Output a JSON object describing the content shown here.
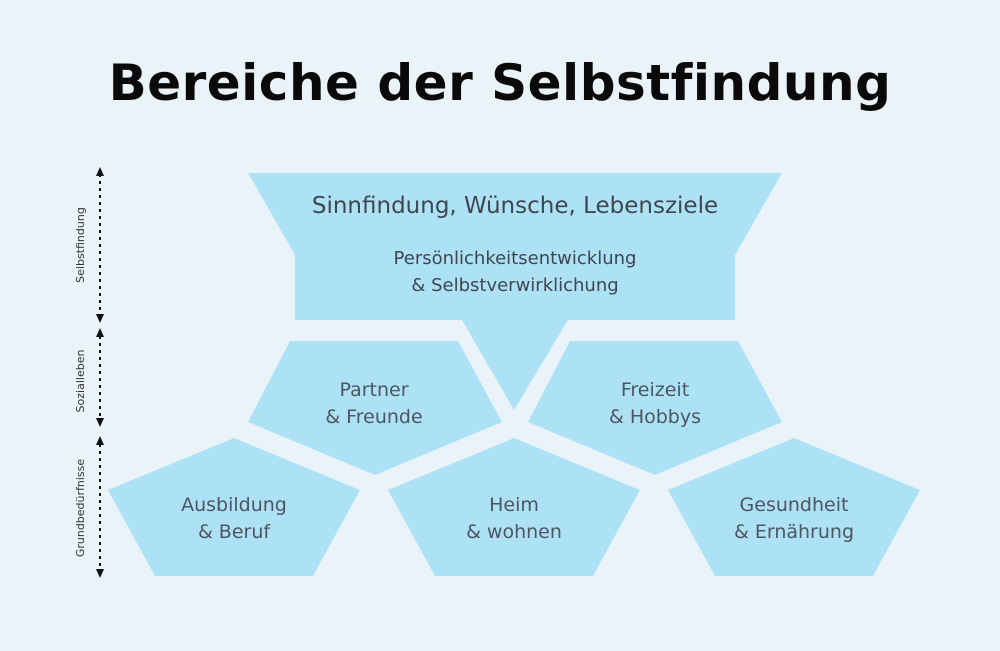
{
  "title": "Bereiche der Selbstfindung",
  "colors": {
    "shape_fill": "#ade2f6",
    "background": "#e9f3f8",
    "text": "#4d5560"
  },
  "levels": [
    {
      "label": "Selbstfindung"
    },
    {
      "label": "Sozialleben"
    },
    {
      "label": "Grundbedürfnisse"
    }
  ],
  "top_block": {
    "line1": "Sinnfindung, Wünsche, Lebensziele",
    "line2a": "Persönlichkeitsentwicklung",
    "line2b": "& Selbstverwirklichung"
  },
  "middle": [
    {
      "a": "Partner",
      "b": "& Freunde"
    },
    {
      "a": "Freizeit",
      "b": "& Hobbys"
    }
  ],
  "bottom": [
    {
      "a": "Ausbildung",
      "b": "& Beruf"
    },
    {
      "a": "Heim",
      "b": "& wohnen"
    },
    {
      "a": "Gesundheit",
      "b": "& Ernährung"
    }
  ]
}
